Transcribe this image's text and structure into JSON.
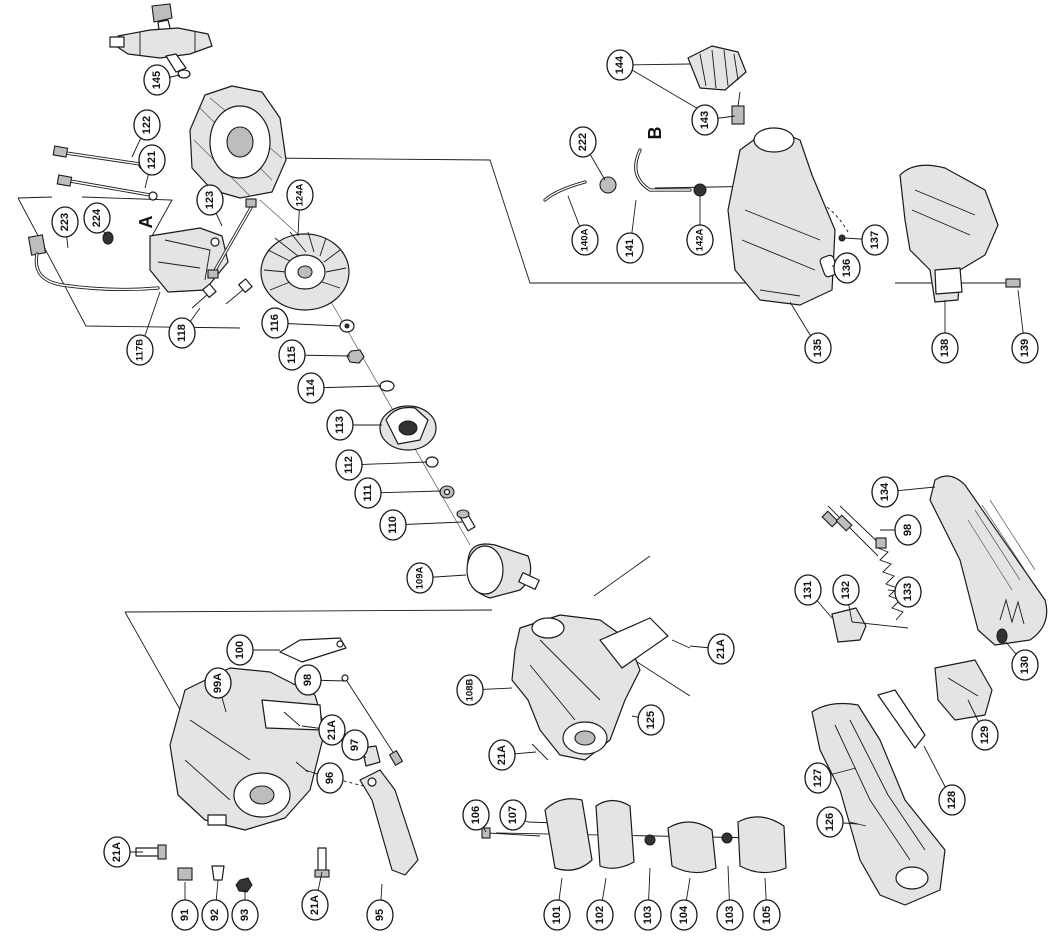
{
  "part_numbers": [
    "145",
    "122",
    "121",
    "223",
    "224",
    "123",
    "124A",
    "117B",
    "118",
    "116",
    "115",
    "114",
    "113",
    "112",
    "111",
    "110",
    "109A",
    "100",
    "99A",
    "98",
    "21A",
    "97",
    "96",
    "21A",
    "91",
    "92",
    "93",
    "21A",
    "95",
    "108B",
    "21A",
    "125",
    "21A",
    "106",
    "107",
    "101",
    "102",
    "103",
    "104",
    "103",
    "105",
    "144",
    "143",
    "222",
    "140A",
    "141",
    "142A",
    "137",
    "136",
    "135",
    "138",
    "139",
    "134",
    "98",
    "131",
    "132",
    "133",
    "130",
    "129",
    "127",
    "128",
    "126"
  ],
  "letters": {
    "a": "A",
    "b": "B"
  }
}
